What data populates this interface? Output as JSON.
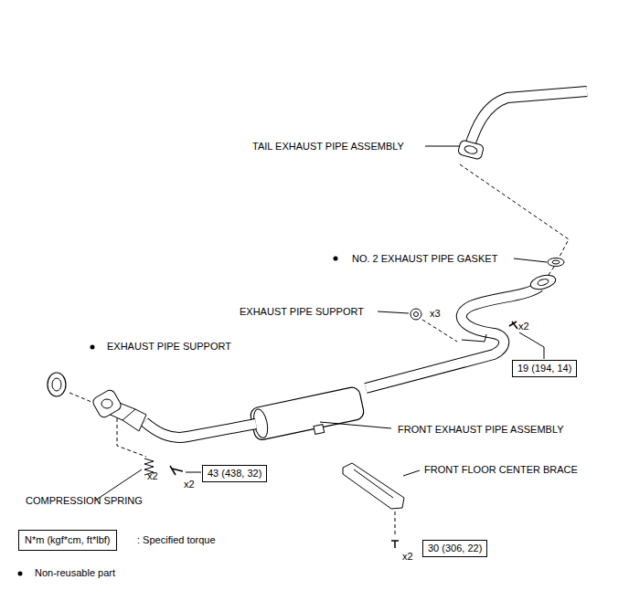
{
  "diagram": {
    "nodes": [
      {
        "text": [
          "19 (194, 14)"
        ]
      },
      {
        "text": [
          "43 (438, 32)"
        ]
      },
      {
        "text": [
          "30 (306, 22)"
        ]
      },
      {
        "text": [
          "N*m (kgf*cm, ft*lbf)"
        ]
      }
    ],
    "labels": [
      "TAIL EXHAUST PIPE ASSEMBLY",
      "NO. 2 EXHAUST PIPE GASKET",
      "EXHAUST PIPE SUPPORT",
      "x3",
      "x2",
      "EXHAUST PIPE SUPPORT",
      "FRONT EXHAUST PIPE ASSEMBLY",
      "FRONT FLOOR CENTER BRACE",
      "x2",
      "x2",
      "COMPRESSION SPRING",
      "x2"
    ],
    "legend": [
      {
        "text": ": Specified torque"
      },
      {
        "text": "Non-reusable part"
      }
    ]
  }
}
